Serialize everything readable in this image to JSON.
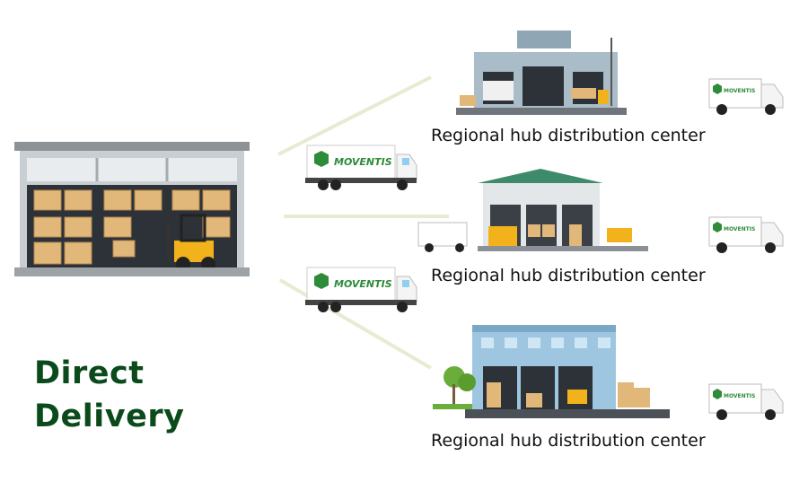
{
  "title": {
    "line1": "Direct",
    "line2": "Delivery"
  },
  "brand": "MOVENTIS",
  "hubs": [
    {
      "label": "Regional hub distribution center"
    },
    {
      "label": "Regional hub distribution center"
    },
    {
      "label": "Regional hub distribution center"
    }
  ],
  "colors": {
    "title": "#0b4a1a",
    "brand_green": "#2e8b3a",
    "connector": "#e6ecd2",
    "box": "#e2b77a",
    "forklift": "#f2b21c"
  }
}
